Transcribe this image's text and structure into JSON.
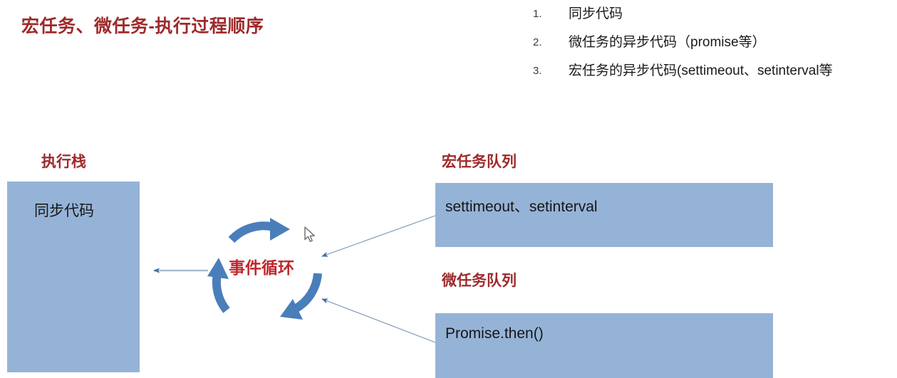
{
  "slide": {
    "title": "宏任务、微任务-执行过程顺序"
  },
  "notes": {
    "items": [
      {
        "num": "1.",
        "text": "同步代码"
      },
      {
        "num": "2.",
        "text": "微任务的异步代码（promise等）"
      },
      {
        "num": "3.",
        "text": "宏任务的异步代码(settimeout、setinterval等"
      }
    ]
  },
  "diagram": {
    "stack": {
      "label": "执行栈",
      "box_text": "同步代码"
    },
    "macro_queue": {
      "label": "宏任务队列",
      "box_text": "settimeout、setinterval"
    },
    "micro_queue": {
      "label": "微任务队列",
      "box_text": "Promise.then()"
    },
    "event_loop": {
      "label": "事件循环"
    }
  },
  "colors": {
    "title_red": "#9E2A2B",
    "label_red": "#9E2A2B",
    "event_loop_red": "#C0272D",
    "box_blue": "#95B3D7",
    "arrow_blue": "#4A7EBB",
    "connector_gray": "#8FA8C0"
  }
}
